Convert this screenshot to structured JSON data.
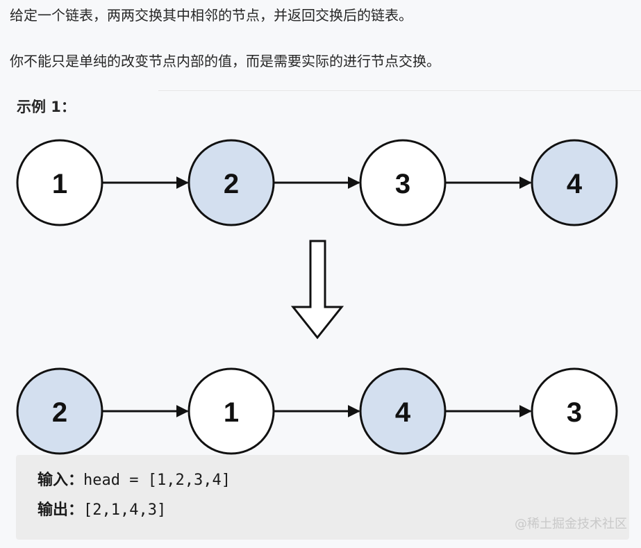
{
  "description": {
    "line1": "给定一个链表，两两交换其中相邻的节点，并返回交换后的链表。",
    "line2": "你不能只是单纯的改变节点内部的值，而是需要实际的进行节点交换。"
  },
  "example": {
    "title": "示例 1：",
    "before_nodes": [
      {
        "label": "1",
        "highlighted": false
      },
      {
        "label": "2",
        "highlighted": true
      },
      {
        "label": "3",
        "highlighted": false
      },
      {
        "label": "4",
        "highlighted": true
      }
    ],
    "after_nodes": [
      {
        "label": "2",
        "highlighted": true
      },
      {
        "label": "1",
        "highlighted": false
      },
      {
        "label": "4",
        "highlighted": true
      },
      {
        "label": "3",
        "highlighted": false
      }
    ],
    "input_label": "输入：",
    "input_value": "head = [1,2,3,4]",
    "output_label": "输出：",
    "output_value": "[2,1,4,3]"
  },
  "colors": {
    "highlight_fill": "#d3dfef",
    "plain_fill": "#ffffff",
    "stroke": "#111111"
  },
  "watermark": "@稀土掘金技术社区"
}
